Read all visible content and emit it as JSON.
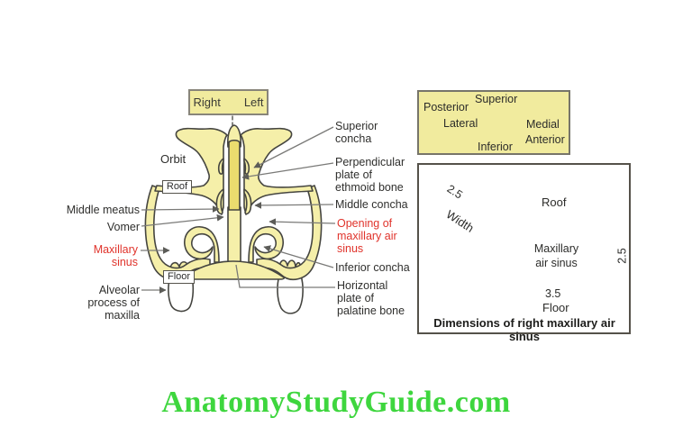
{
  "coronal_diagram": {
    "orientation_box": {
      "right": "Right",
      "left": "Left"
    },
    "labels": {
      "orbit": "Orbit",
      "roof": "Roof",
      "floor": "Floor",
      "middle_meatus": "Middle meatus",
      "vomer": "Vomer",
      "maxillary_sinus": "Maxillary sinus",
      "alveolar_process": "Alveolar process of maxilla",
      "superior_concha": "Superior concha",
      "perpendicular_plate": "Perpendicular plate of ethmoid bone",
      "middle_concha": "Middle concha",
      "opening_maxillary": "Opening of maxillary air sinus",
      "inferior_concha": "Inferior concha",
      "horizontal_plate": "Horizontal plate of palatine bone"
    }
  },
  "compass": {
    "superior": "Superior",
    "posterior": "Posterior",
    "lateral": "Lateral",
    "medial": "Medial",
    "anterior": "Anterior",
    "inferior": "Inferior"
  },
  "dimensions_panel": {
    "roof": "Roof",
    "floor": "Floor",
    "body_line1": "Maxillary",
    "body_line2": "air sinus",
    "width_label": "Width",
    "width_value": "2.5",
    "height_value": "2.5",
    "length_value": "3.5",
    "caption": "Dimensions of right maxillary air sinus"
  },
  "watermark": "AnatomyStudyGuide.com",
  "colors": {
    "bone": "#f5efa9",
    "ethmoid_plate": "#ebdc6e",
    "panel_yellow": "#f1eb9e",
    "red_label": "#e0332b",
    "red_arrow": "#b92b25",
    "watermark_green": "#3ed63e"
  }
}
